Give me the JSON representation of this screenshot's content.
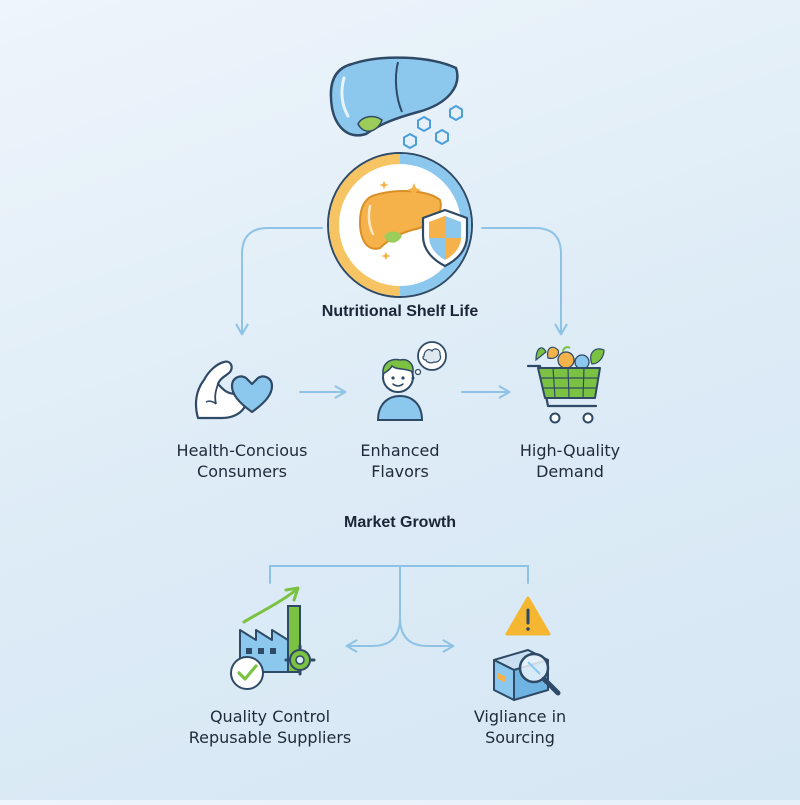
{
  "sections": {
    "shelf_life_title": "Nutritional Shelf Life",
    "market_growth_title": "Market Growth"
  },
  "nodes": {
    "health_consumers": {
      "line1": "Health-Concious",
      "line2": "Consumers"
    },
    "enhanced_flavors": {
      "line1": "Enhanced",
      "line2": "Flavors"
    },
    "high_quality_demand": {
      "line1": "High-Quality",
      "line2": "Demand"
    },
    "quality_control": {
      "line1": "Quality Control",
      "line2": "Repusable Suppliers"
    },
    "vigilance_sourcing": {
      "line1": "Vigliance in",
      "line2": "Sourcing"
    }
  },
  "icons": {
    "top": "liver-icon",
    "center": "liver-shield-icon",
    "consumers": "flexed-arm-heart-icon",
    "flavors": "person-thinking-icon",
    "demand": "grocery-cart-icon",
    "quality": "factory-check-icon",
    "sourcing": "warning-box-magnifier-icon"
  },
  "colors": {
    "connector": "#8fc3e6",
    "liver_blue": "#8cc8ee",
    "liver_orange": "#f6b24a",
    "accent_green": "#7cc242",
    "warning_yellow": "#f5b731",
    "outline": "#2f4a66"
  }
}
